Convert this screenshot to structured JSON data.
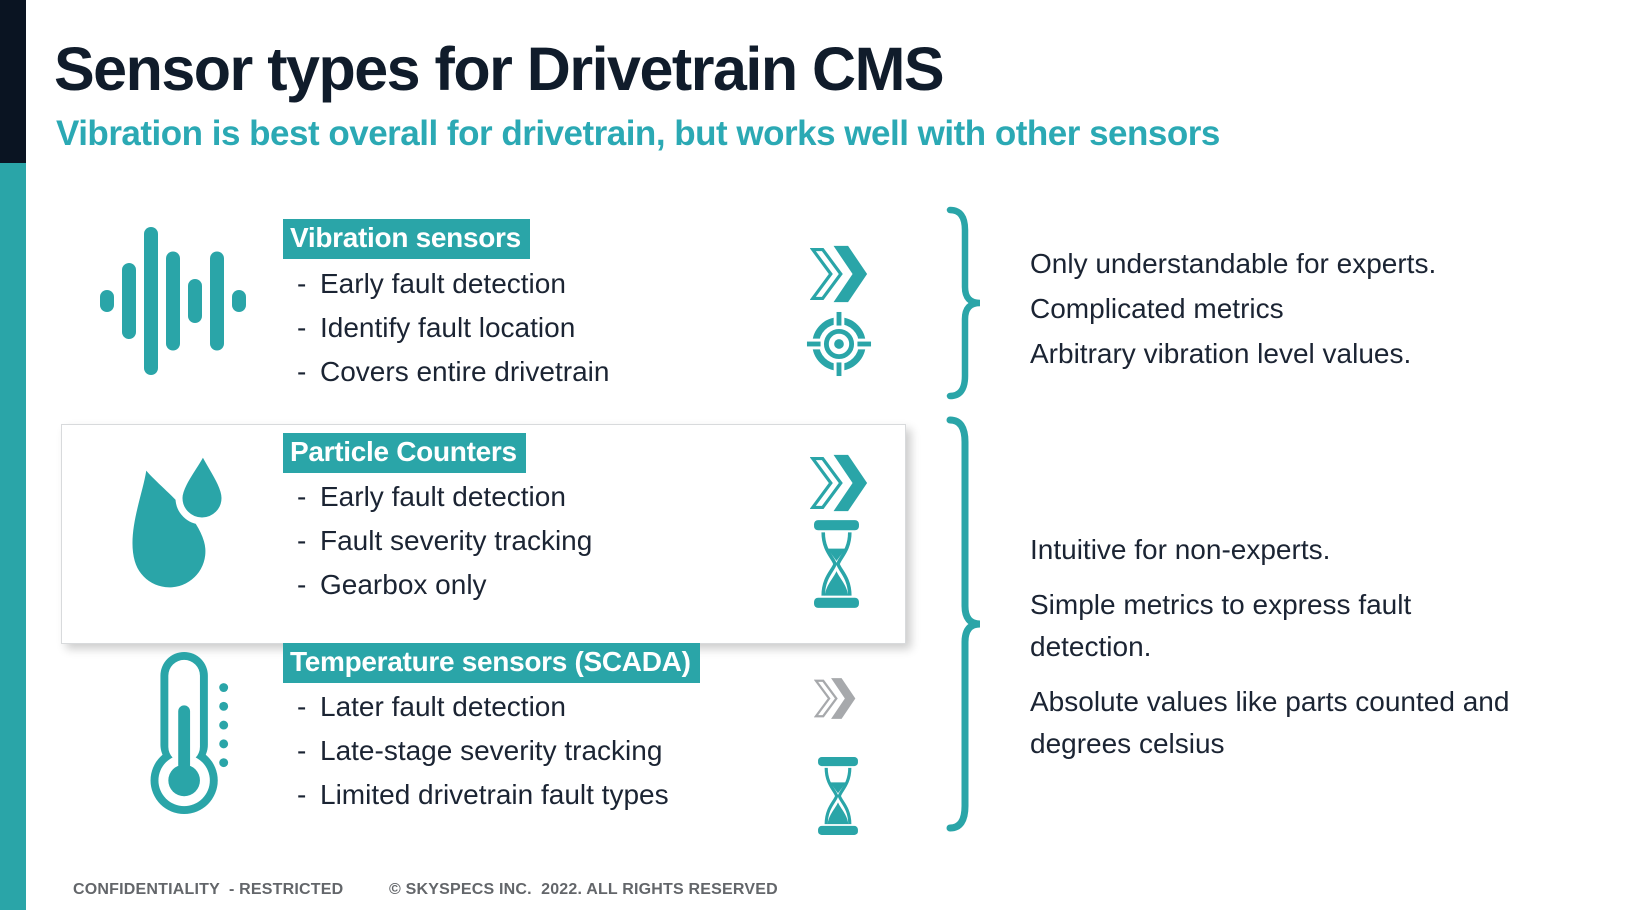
{
  "slide": {
    "title": "Sensor types for Drivetrain CMS",
    "subtitle": "Vibration is best overall for drivetrain, but works well with other sensors"
  },
  "bullet_marker": "-",
  "sections": [
    {
      "label": "Vibration sensors",
      "icon": "waveform-icon",
      "bullets": [
        "Early fault detection",
        "Identify fault location",
        "Covers entire drivetrain"
      ],
      "indicator_icons": [
        "double-chevron-icon",
        "target-icon"
      ]
    },
    {
      "label": "Particle Counters",
      "icon": "water-drops-icon",
      "highlighted": true,
      "bullets": [
        "Early fault detection",
        "Fault severity tracking",
        "Gearbox only"
      ],
      "indicator_icons": [
        "double-chevron-icon",
        "hourglass-icon"
      ]
    },
    {
      "label": "Temperature sensors (SCADA)",
      "icon": "thermometer-icon",
      "bullets": [
        "Later fault detection",
        "Late-stage severity tracking",
        "Limited drivetrain fault types"
      ],
      "indicator_icons": [
        "double-chevron-gray-icon",
        "hourglass-icon"
      ]
    }
  ],
  "notes": [
    {
      "lines": [
        "Only understandable for experts.",
        "Complicated metrics",
        "Arbitrary vibration level values."
      ]
    },
    {
      "lines": [
        "Intuitive for non-experts.",
        "Simple metrics to express fault detection.",
        "Absolute values like parts counted and degrees celsius"
      ]
    }
  ],
  "footer": {
    "confidentiality": "CONFIDENTIALITY  - RESTRICTED",
    "copyright": "© SKYSPECS INC.  2022. ALL RIGHTS RESERVED"
  },
  "colors": {
    "teal": "#2AA5A8",
    "subtitle_teal": "#2BA9B4",
    "title_dark": "#101C2B",
    "body_text": "#1B2433",
    "gray_chevron": "#A7A9AC",
    "footer_gray": "#63666A"
  }
}
